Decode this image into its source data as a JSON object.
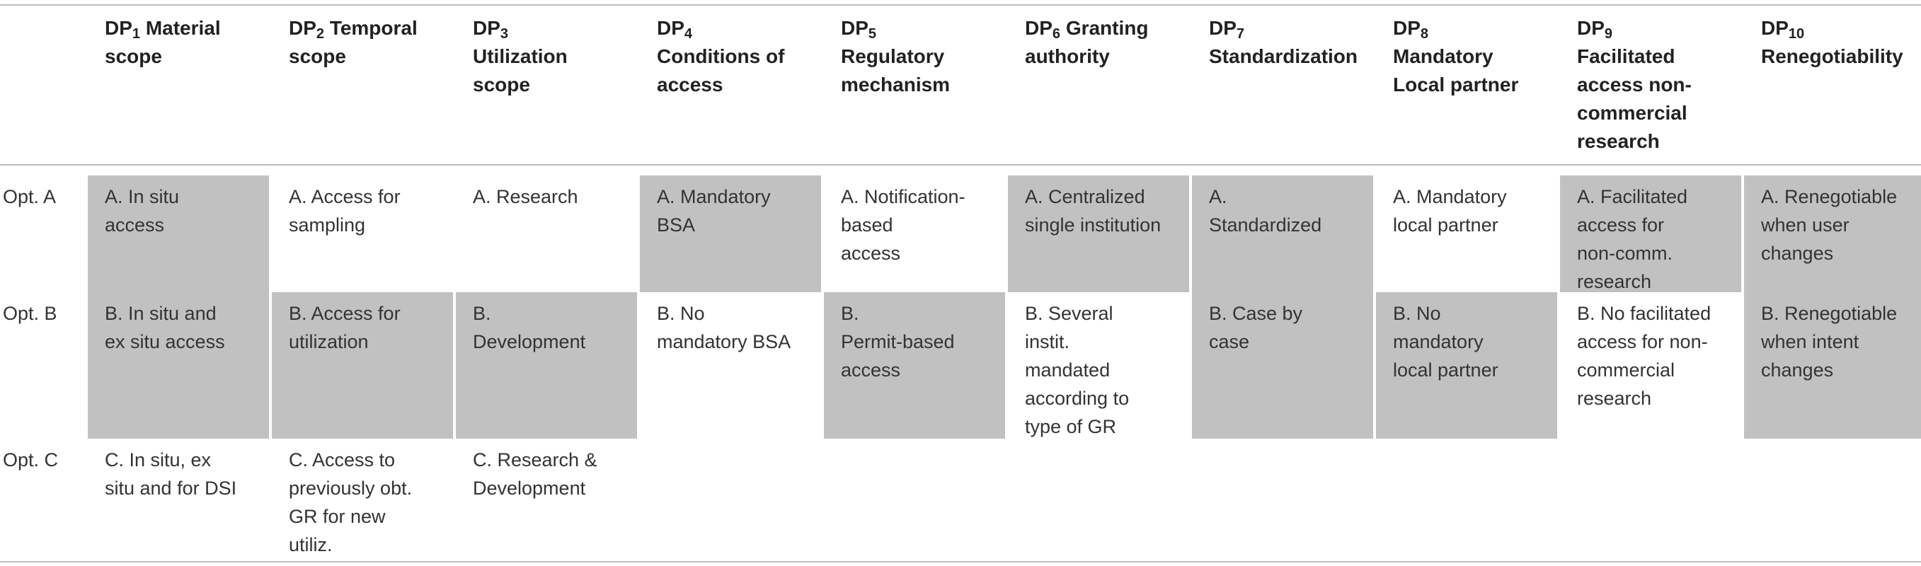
{
  "columns": [
    {
      "dp": "DP",
      "sub": "1",
      "title": "Material\nscope"
    },
    {
      "dp": "DP",
      "sub": "2",
      "title": "Temporal\nscope"
    },
    {
      "dp": "DP",
      "sub": "3",
      "title": "\nUtilization\nscope"
    },
    {
      "dp": "DP",
      "sub": "4",
      "title": "\nConditions of\naccess"
    },
    {
      "dp": "DP",
      "sub": "5",
      "title": "\nRegulatory\nmechanism"
    },
    {
      "dp": "DP",
      "sub": "6",
      "title": "Granting\nauthority"
    },
    {
      "dp": "DP",
      "sub": "7",
      "title": "\nStandardization"
    },
    {
      "dp": "DP",
      "sub": "8",
      "title": "\nMandatory\nLocal partner"
    },
    {
      "dp": "DP",
      "sub": "9",
      "title": "\nFacilitated\naccess non-\ncommercial\nresearch"
    },
    {
      "dp": "DP",
      "sub": "10",
      "title": "\nRenegotiability"
    }
  ],
  "rows": [
    {
      "label": "Opt. A",
      "cells": [
        {
          "text": "A. In situ\naccess",
          "shaded": true
        },
        {
          "text": "A. Access for\nsampling",
          "shaded": false
        },
        {
          "text": "A. Research",
          "shaded": false
        },
        {
          "text": "A. Mandatory\nBSA",
          "shaded": true
        },
        {
          "text": "A. Notification-\nbased\naccess",
          "shaded": false
        },
        {
          "text": "A. Centralized\nsingle institution",
          "shaded": true
        },
        {
          "text": "A.\nStandardized",
          "shaded": true
        },
        {
          "text": "A. Mandatory\nlocal partner",
          "shaded": false
        },
        {
          "text": "A. Facilitated\naccess for\nnon-comm.\nresearch",
          "shaded": true
        },
        {
          "text": "A. Renegotiable\nwhen user\nchanges",
          "shaded": true
        }
      ]
    },
    {
      "label": "Opt. B",
      "cells": [
        {
          "text": "B. In situ and\nex situ access",
          "shaded": true
        },
        {
          "text": "B. Access for\nutilization",
          "shaded": true
        },
        {
          "text": "B.\nDevelopment",
          "shaded": true
        },
        {
          "text": "B. No\nmandatory BSA",
          "shaded": false
        },
        {
          "text": "B.\nPermit-based\naccess",
          "shaded": true
        },
        {
          "text": "B. Several\ninstit.\nmandated\naccording to\ntype of GR",
          "shaded": false
        },
        {
          "text": "B. Case by\ncase",
          "shaded": true
        },
        {
          "text": "B. No\nmandatory\nlocal partner",
          "shaded": true
        },
        {
          "text": "B. No facilitated\naccess for non-\ncommercial\nresearch",
          "shaded": false
        },
        {
          "text": "B. Renegotiable\nwhen intent\nchanges",
          "shaded": true
        }
      ]
    },
    {
      "label": "Opt. C",
      "cells": [
        {
          "text": "C. In situ, ex\nsitu and for DSI",
          "shaded": false
        },
        {
          "text": "C. Access to\npreviously obt.\nGR for new\nutiliz.",
          "shaded": false
        },
        {
          "text": "C. Research &\nDevelopment",
          "shaded": false
        },
        {
          "text": "",
          "shaded": false
        },
        {
          "text": "",
          "shaded": false
        },
        {
          "text": "",
          "shaded": false
        },
        {
          "text": "",
          "shaded": false
        },
        {
          "text": "",
          "shaded": false
        },
        {
          "text": "",
          "shaded": false
        },
        {
          "text": "",
          "shaded": false
        }
      ]
    }
  ]
}
